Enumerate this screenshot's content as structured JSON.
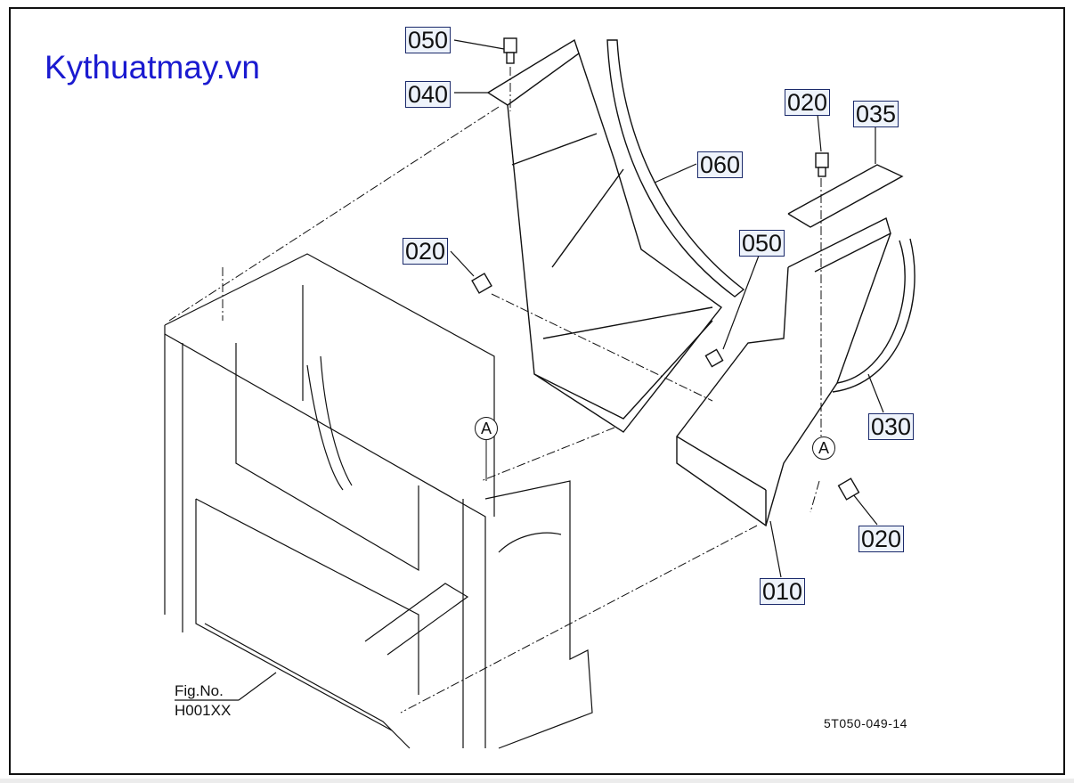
{
  "watermark": "Kythuatmay.vn",
  "callouts": [
    "050",
    "040",
    "020",
    "060",
    "020",
    "035",
    "050",
    "030",
    "020",
    "010"
  ],
  "view_markers": [
    "A",
    "A"
  ],
  "figure": {
    "label": "Fig.No.",
    "number": "H001XX"
  },
  "drawing_code": "5T050-049-14"
}
